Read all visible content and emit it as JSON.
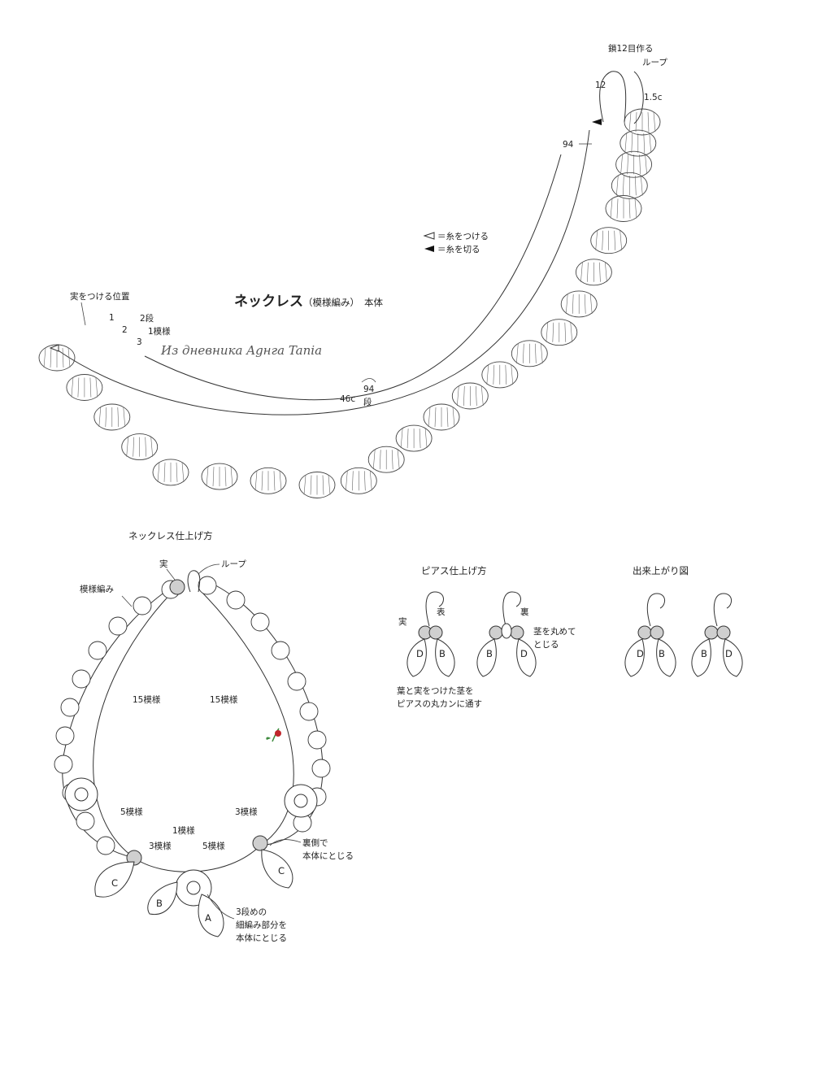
{
  "necklace_chart": {
    "title_main": "ネックレス",
    "title_paren": "（模様編み）",
    "title_suffix": "本体",
    "chain_note": "鎖12目作る",
    "loop_label": "ループ",
    "loop_length": "1.5c",
    "row_94": "94",
    "row_label_94": "94",
    "row_label_dan": "段",
    "length_46": "46c",
    "berry_position": "実をつける位置",
    "row_1": "1",
    "row_2": "2",
    "row_3": "3",
    "dan_2": "2段",
    "pattern_1": "1模様",
    "loop_count": "12"
  },
  "legend": {
    "attach": "＝糸をつける",
    "cut": "＝糸を切る"
  },
  "watermark": "Из дневника Agнга Tania",
  "necklace_finish": {
    "title": "ネックレス仕上げ方",
    "berry": "実",
    "loop": "ループ",
    "pattern_knit": "模様編み",
    "left_15": "15模様",
    "right_15": "15模様",
    "left_5": "5模様",
    "right_3": "3模様",
    "left_3": "3模様",
    "center_1": "1模様",
    "center_5": "5模様",
    "back_side_line1": "裏側で",
    "back_side_line2": "本体にとじる",
    "row3_line1": "3段めの",
    "row3_line2": "細編み部分を",
    "row3_line3": "本体にとじる",
    "leaf_a": "A",
    "leaf_b": "B",
    "leaf_c_left": "C",
    "leaf_c_right": "C"
  },
  "earring_finish": {
    "title": "ピアス仕上げ方",
    "berry": "実",
    "front": "表",
    "back": "裏",
    "stem_line1": "茎を丸めて",
    "stem_line2": "とじる",
    "note_line1": "葉と実をつけた茎を",
    "note_line2": "ピアスの丸カンに通す",
    "leaf_d": "D",
    "leaf_b": "B"
  },
  "finished": {
    "title": "出来上がり図",
    "leaf_d": "D",
    "leaf_b": "B"
  },
  "colors": {
    "line": "#333333",
    "bead": "#cfcfcf",
    "rose": "#c0262c",
    "stem": "#3d8a3d"
  }
}
